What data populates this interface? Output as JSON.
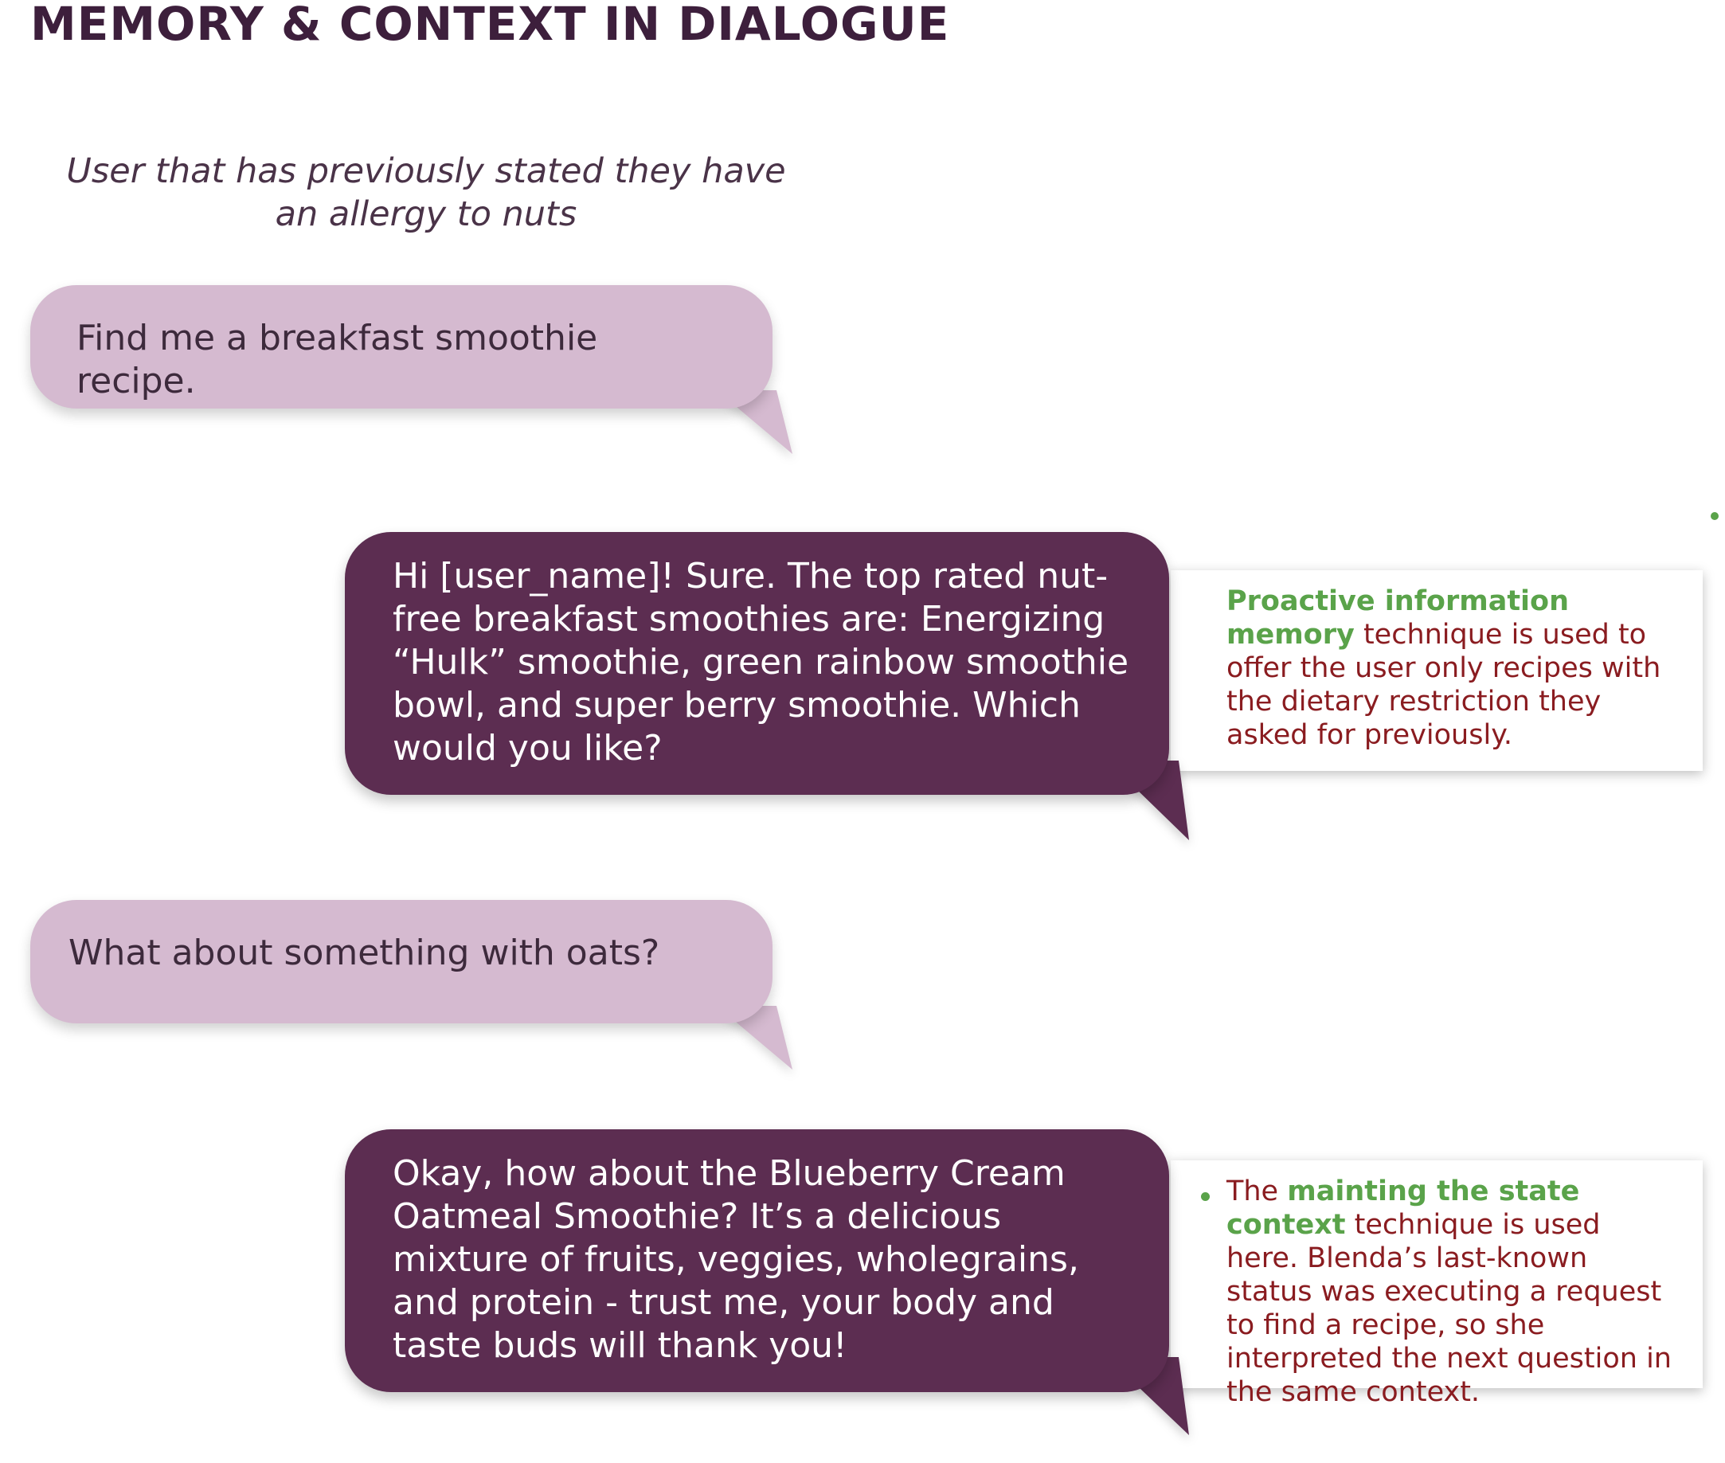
{
  "title": "MEMORY & CONTEXT IN DIALOGUE",
  "context_note": "User that has previously stated they have an allergy to nuts",
  "messages": [
    {
      "speaker": "user",
      "text": "Find me a breakfast smoothie recipe."
    },
    {
      "speaker": "bot",
      "text": "Hi [user_name]! Sure. The top rated nut-free breakfast smoothies are: Energizing “Hulk” smoothie, green rainbow smoothie bowl, and super berry smoothie. Which would you like?"
    },
    {
      "speaker": "user",
      "text": "What about something with oats?"
    },
    {
      "speaker": "bot",
      "text": "Okay, how about the Blueberry Cream Oatmeal Smoothie? It’s a delicious mixture of fruits, veggies, wholegrains, and protein - trust me, your body and taste buds will thank you!"
    }
  ],
  "annotations": [
    {
      "highlight": "Proactive information memory",
      "text": " technique is used to offer the user only recipes with the dietary restriction they asked for previously."
    },
    {
      "prefix": "The ",
      "highlight": "mainting the state context",
      "text": " technique is used here. Blenda’s last-known status was executing a request to find a recipe, so she interpreted the next question in the same context."
    }
  ],
  "colors": {
    "title": "#3d1f3c",
    "user_bubble": "#d5bad0",
    "bot_bubble": "#5c2d51",
    "annotation_text": "#8a1c20",
    "annotation_highlight": "#5aa34a"
  }
}
